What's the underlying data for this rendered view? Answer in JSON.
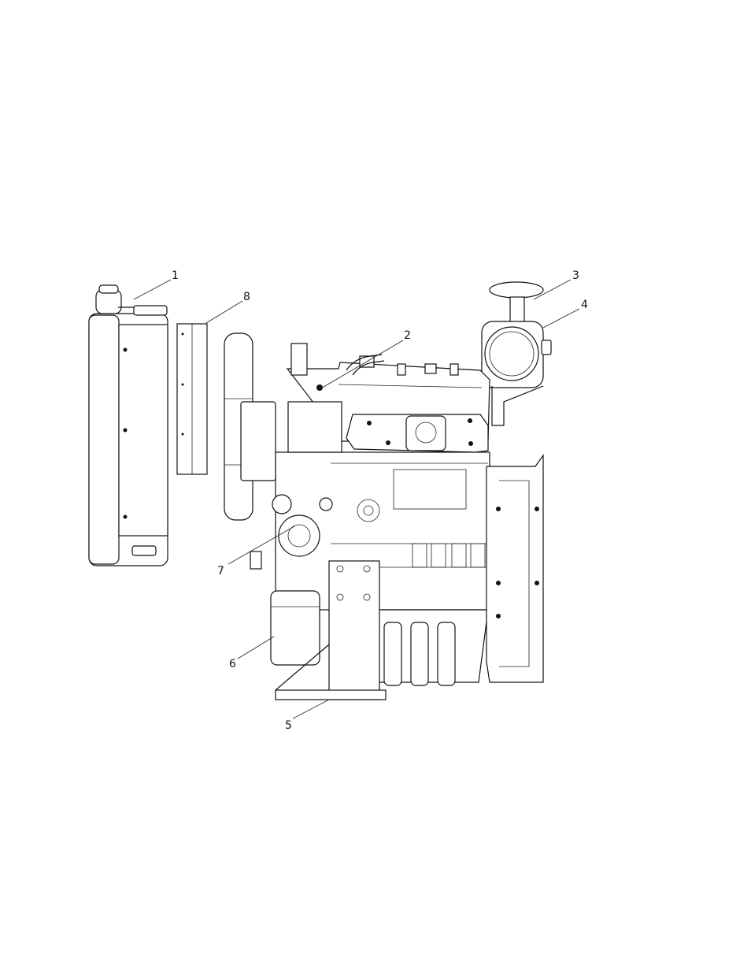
{
  "callouts": [
    {
      "label": "1",
      "part": "radiator"
    },
    {
      "label": "2",
      "part": "hose"
    },
    {
      "label": "3",
      "part": "rain-cap"
    },
    {
      "label": "4",
      "part": "muffler"
    },
    {
      "label": "5",
      "part": "mounting-bracket"
    },
    {
      "label": "6",
      "part": "oil-filter"
    },
    {
      "label": "7",
      "part": "crankshaft-pulley"
    },
    {
      "label": "8",
      "part": "fan-shroud"
    }
  ]
}
